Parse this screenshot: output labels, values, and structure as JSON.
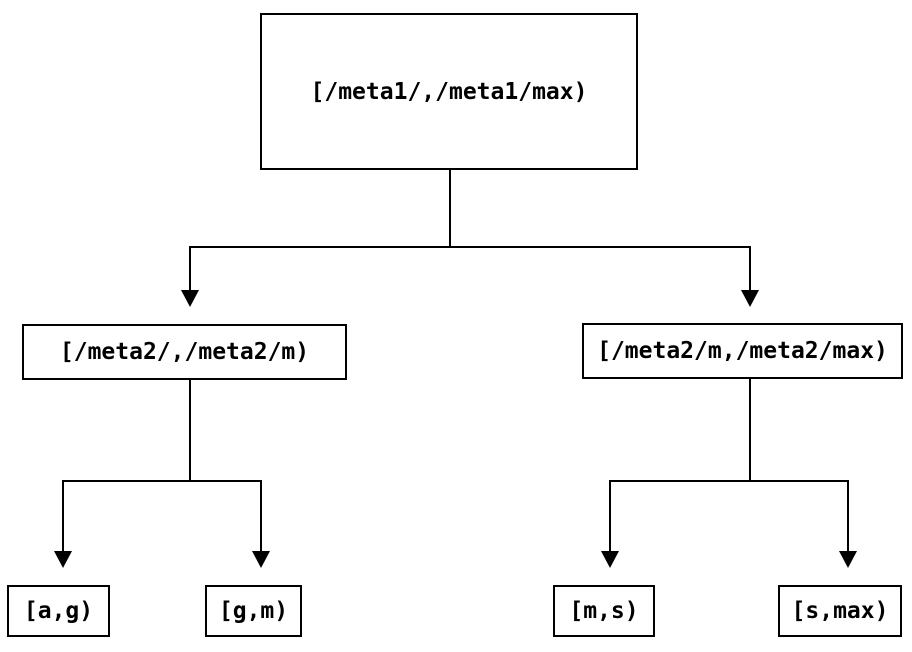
{
  "diagram": {
    "type": "tree",
    "nodes": {
      "root": {
        "label": "[/meta1/,/meta1/max)"
      },
      "left": {
        "label": "[/meta2/,/meta2/m)"
      },
      "right": {
        "label": "[/meta2/m,/meta2/max)"
      },
      "leaf_ag": {
        "label": "[a,g)"
      },
      "leaf_gm": {
        "label": "[g,m)"
      },
      "leaf_ms": {
        "label": "[m,s)"
      },
      "leaf_smax": {
        "label": "[s,max)"
      }
    },
    "edges": [
      [
        "root",
        "left"
      ],
      [
        "root",
        "right"
      ],
      [
        "left",
        "leaf_ag"
      ],
      [
        "left",
        "leaf_gm"
      ],
      [
        "right",
        "leaf_ms"
      ],
      [
        "right",
        "leaf_smax"
      ]
    ],
    "colors": {
      "line": "#000000",
      "text": "#000000",
      "background": "#ffffff"
    }
  }
}
